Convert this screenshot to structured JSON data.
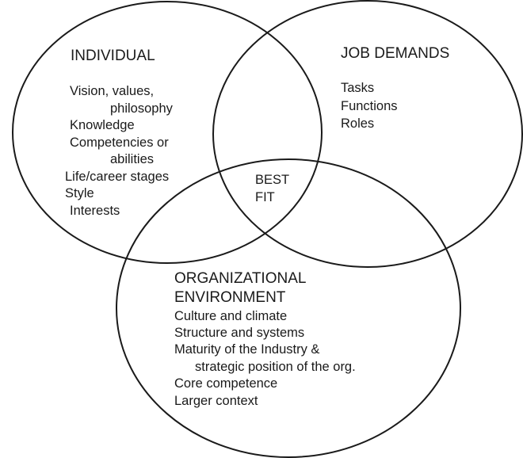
{
  "individual": {
    "title": "INDIVIDUAL",
    "items": [
      "Vision, values,",
      "philosophy",
      "Knowledge",
      "Competencies or",
      "abilities",
      "Life/career stages",
      "Style",
      "Interests"
    ]
  },
  "job_demands": {
    "title": "JOB DEMANDS",
    "items": [
      "Tasks",
      "Functions",
      "Roles"
    ]
  },
  "center": {
    "line1": "BEST",
    "line2": "FIT"
  },
  "organizational": {
    "title1": "ORGANIZATIONAL",
    "title2": "ENVIRONMENT",
    "items": [
      "Culture and climate",
      "Structure and systems",
      "Maturity of the Industry &",
      "strategic position of the org.",
      "Core competence",
      "Larger context"
    ]
  }
}
